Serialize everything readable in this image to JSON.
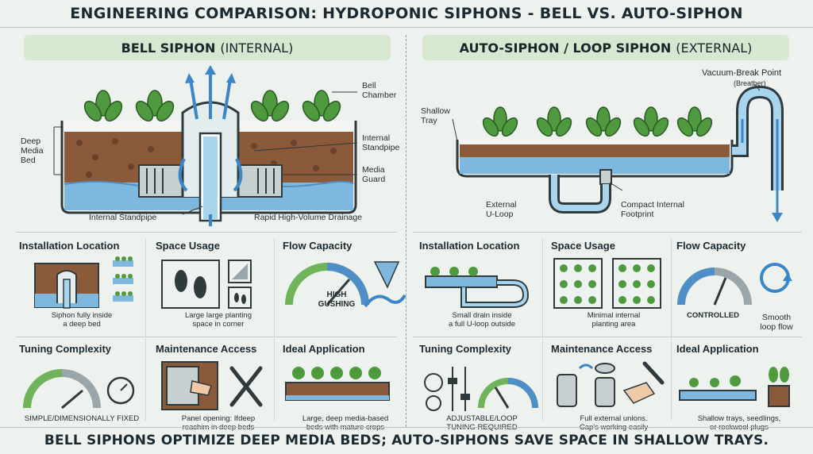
{
  "title": "ENGINEERING COMPARISON: HYDROPONIC SIPHONS - BELL vs. AUTO-SIPHON",
  "left": {
    "header_main": "BELL SIPHON",
    "header_paren": "(INTERNAL)",
    "callouts": {
      "bell_chamber": "Bell\nChamber",
      "internal_standpipe_right": "Internal\nStandpipe",
      "media_guard": "Media\nGuard",
      "deep_media_bed": "Deep\nMedia\nBed",
      "internal_standpipe_bottom": "Internal Standpipe",
      "rapid_drainage": "Rapid High-Volume Drainage"
    },
    "cells": [
      {
        "title": "Installation Location",
        "caption": "Siphon fully inside\na deep bed"
      },
      {
        "title": "Space Usage",
        "caption": "Large large planting\nspace in corner"
      },
      {
        "title": "Flow Capacity",
        "caption": "",
        "gauge_text": "HIGH\nGUSHING"
      },
      {
        "title": "Tuning Complexity",
        "caption": "SIMPLE/DIMENSIONALLY FIXED"
      },
      {
        "title": "Maintenance Access",
        "caption": "Panel opening: Ifdeep\nreachim in deep beds"
      },
      {
        "title": "Ideal Application",
        "caption": "Large, deep media-based\nbeds with mature crops"
      }
    ]
  },
  "right": {
    "header_main": "AUTO-SIPHON / LOOP SIPHON",
    "header_paren": "(EXTERNAL)",
    "callouts": {
      "vacuum_break": "Vacuum-Break Point",
      "breather": "(Breather)",
      "shallow_tray": "Shallow\nTray",
      "external_uloop": "External\nU-Loop",
      "compact_footprint": "Compact Internal\nFootprint"
    },
    "cells": [
      {
        "title": "Installation Location",
        "caption": "Small drain inside\na full U-loop outside"
      },
      {
        "title": "Space Usage",
        "caption": "Minimal internal\nplanting area"
      },
      {
        "title": "Flow Capacity",
        "caption": "CONTROLLED",
        "side_text": "Smooth\nloop flow"
      },
      {
        "title": "Tuning Complexity",
        "caption": "ADJUSTABLE/LOOP\nTUNING REQUIRED"
      },
      {
        "title": "Maintenance Access",
        "caption": "Full external unions.\nCap's working easily"
      },
      {
        "title": "Ideal Application",
        "caption": "Shallow trays, seedlings,\nor rockwool plugs"
      }
    ]
  },
  "footer": "BELL SIPHONS OPTIMIZE DEEP MEDIA BEDS; AUTO-SIPHONS SAVE SPACE IN SHALLOW TRAYS.",
  "colors": {
    "water": "#7fb8de",
    "soil": "#8a5a3a",
    "leaf": "#4f9a3e",
    "header_bg": "#d6e8cf",
    "gauge_green": "#6fb35a",
    "gauge_blue": "#4f8fc7"
  }
}
